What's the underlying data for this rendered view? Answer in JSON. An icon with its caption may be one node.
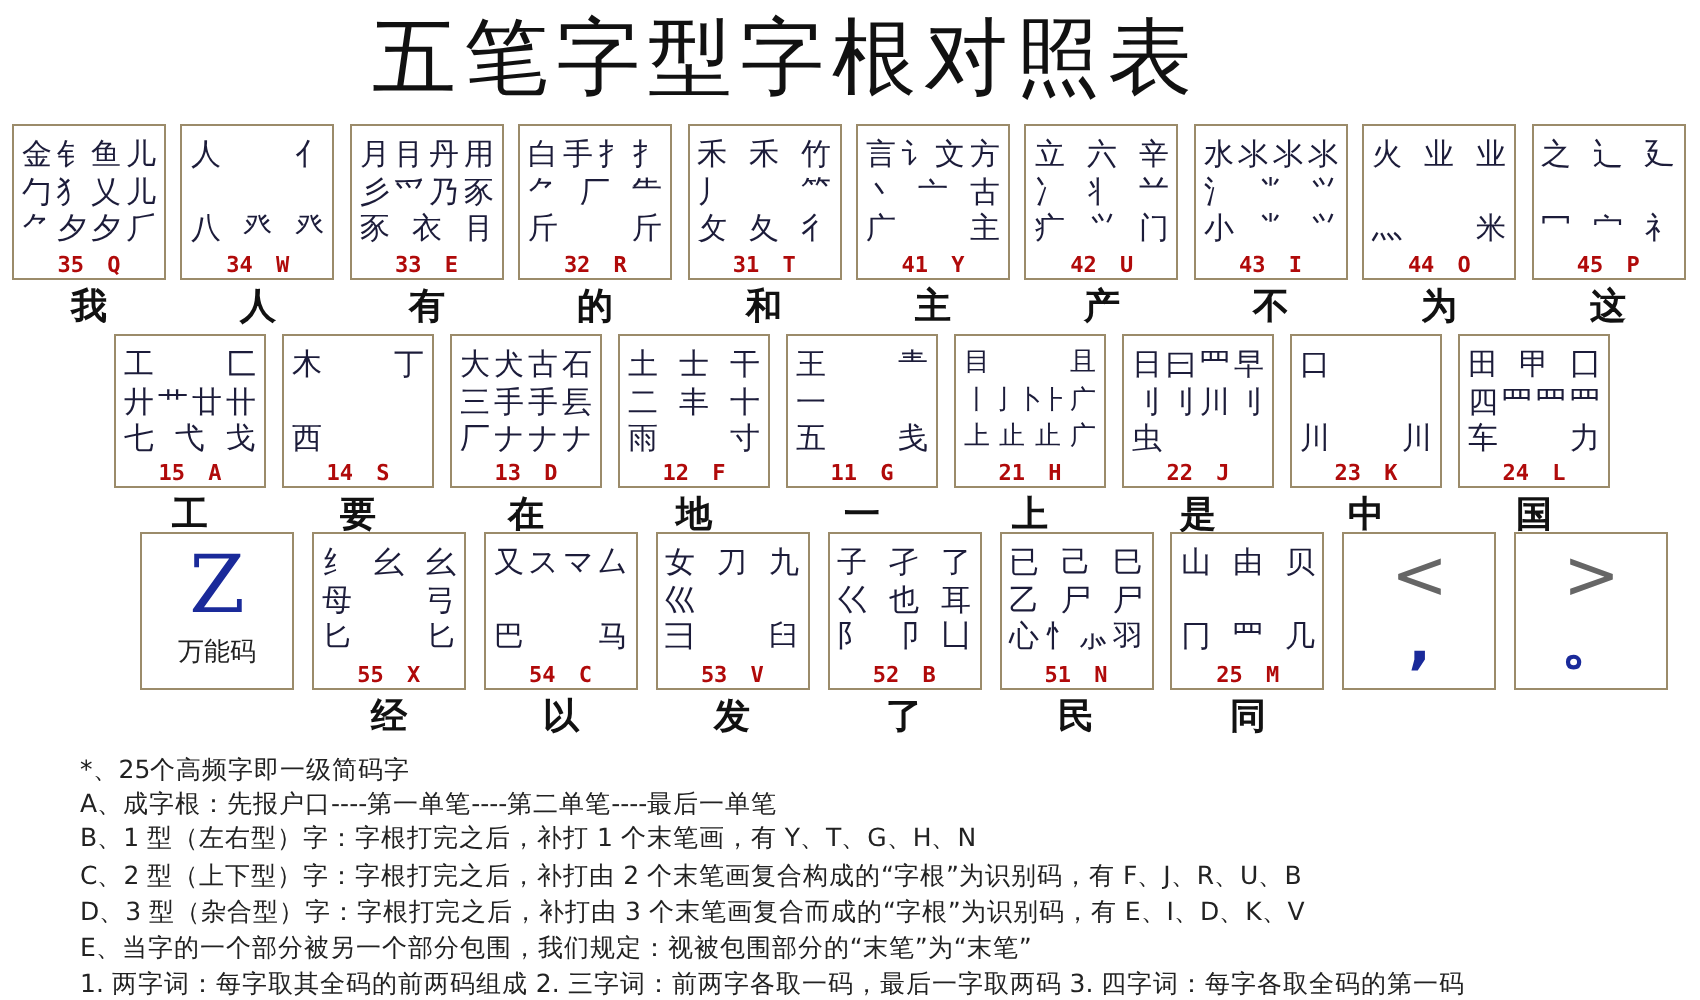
{
  "diagram": {
    "title": "五笔字型字根对照表",
    "nodes": [
      {
        "text": [
          "金钅鱼儿勹犭乂儿⺈夕夕⺁",
          "35 Q"
        ],
        "beside": [
          "我"
        ]
      },
      {
        "text": [
          "人亻八癶癶",
          "34 W"
        ],
        "beside": [
          "人"
        ]
      },
      {
        "text": [
          "月⺝丹用彡爫乃豕豕衣⺝",
          "33 E"
        ],
        "beside": [
          "有"
        ]
      },
      {
        "text": [
          "白手⺘扌⺈厂⺧斤斤",
          "32 R"
        ],
        "beside": [
          "的"
        ]
      },
      {
        "text": [
          "禾禾竹丿⺮攵夂彳",
          "31 T"
        ],
        "beside": [
          "和"
        ]
      },
      {
        "text": [
          "言讠文方丶亠古广主",
          "41 Y"
        ],
        "beside": [
          "主"
        ]
      },
      {
        "text": [
          "立六辛冫丬䒑疒⺍门",
          "42 U"
        ],
        "beside": [
          "产"
        ]
      },
      {
        "text": [
          "水氺⺢⺢氵⺌⺍小⺌⺍",
          "43 I"
        ],
        "beside": [
          "不"
        ]
      },
      {
        "text": [
          "火业业灬米",
          "44 O"
        ],
        "beside": [
          "为"
        ]
      },
      {
        "text": [
          "之辶廴冖宀礻",
          "45 P"
        ],
        "beside": [
          "这"
        ]
      },
      {
        "text": [
          "工匚廾艹廿卄七弋戈",
          "15 A"
        ],
        "beside": [
          "工"
        ]
      },
      {
        "text": [
          "木丁西",
          "14 S"
        ],
        "beside": [
          "要"
        ]
      },
      {
        "text": [
          "大犬古石三手手镸厂ナナナ",
          "13 D"
        ],
        "beside": [
          "在"
        ]
      },
      {
        "text": [
          "土士干二丰十雨寸",
          "12 F"
        ],
        "beside": [
          "地"
        ]
      },
      {
        "text": [
          "王龶一五戋",
          "11 G"
        ],
        "beside": [
          "一"
        ]
      },
      {
        "text": [
          "目且丨亅卜⺊广上止止广",
          "21 H"
        ],
        "beside": [
          "上"
        ]
      },
      {
        "text": [
          "日曰⺫早刂刂川刂虫",
          "22 J"
        ],
        "beside": [
          "是"
        ]
      },
      {
        "text": [
          "口川川",
          "23 K"
        ],
        "beside": [
          "中"
        ]
      },
      {
        "text": [
          "田甲囗四罒罒⺲车力",
          "24 L"
        ],
        "beside": [
          "国"
        ]
      },
      {
        "text": [
          "Z",
          "万能码"
        ]
      },
      {
        "text": [
          "纟幺幺⺟弓匕匕",
          "55 X"
        ],
        "beside": [
          "经"
        ]
      },
      {
        "text": [
          "又スマ厶巴马",
          "54 C"
        ],
        "beside": [
          "以"
        ]
      },
      {
        "text": [
          "女刀九巛彐臼",
          "53 V"
        ],
        "beside": [
          "发"
        ]
      },
      {
        "text": [
          "子孑了巜也耳阝卩凵",
          "52 B"
        ],
        "beside": [
          "了"
        ]
      },
      {
        "text": [
          "已己巳乙尸尸心忄⺗羽",
          "51 N"
        ],
        "beside": [
          "民"
        ]
      },
      {
        "text": [
          "山由贝冂⺲几",
          "25 M"
        ],
        "beside": [
          "同"
        ]
      },
      {
        "text": [
          "<",
          ","
        ]
      },
      {
        "text": [
          ">",
          "。"
        ]
      }
    ],
    "labels": [
      "*、25个高频字即一级简码字",
      "A、成字根：先报户口----第一单笔----第二单笔----最后一单笔",
      "B、1 型（左右型）字：字根打完之后，补打 1 个末笔画，有 Y、T、G、H、N",
      "C、2 型（上下型）字：字根打完之后，补打由 2 个末笔画复合构成的“字根”为识别码，有 F、J、R、U、B",
      "D、3 型（杂合型）字：字根打完之后，补打由 3 个末笔画复合而成的“字根”为识别码，有 E、I、D、K、V",
      "E、当字的一个部分被另一个部分包围，我们规定：视被包围部分的“末笔”为“末笔”",
      "1. 两字词：每字取其全码的前两码组成 2. 三字词：前两字各取一码，最后一字取两码 3. 四字词：每字各取全码的第一码"
    ]
  }
}
